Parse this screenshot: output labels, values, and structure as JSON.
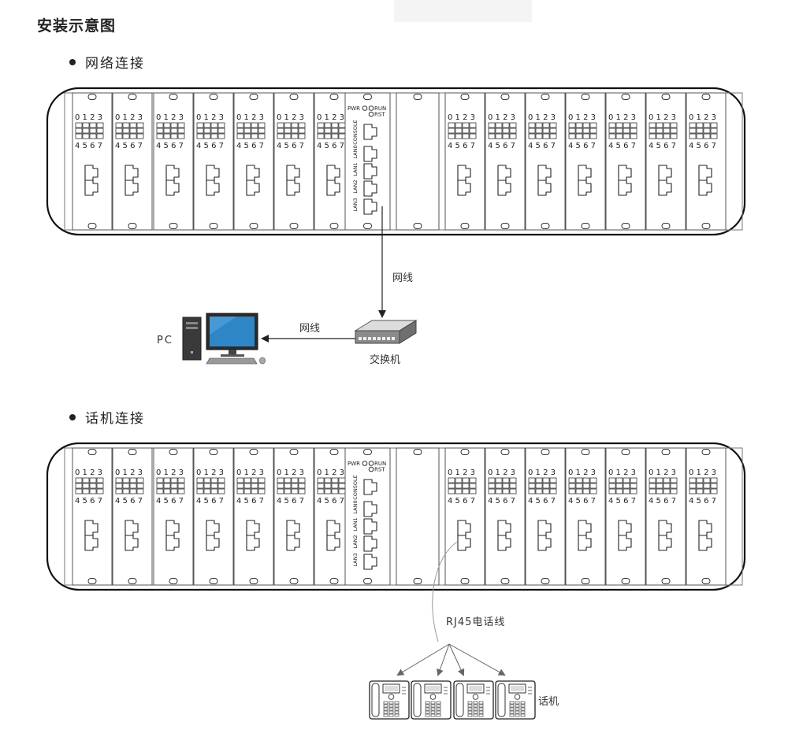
{
  "page": {
    "title": "安装示意图",
    "faded_header": "..."
  },
  "sections": {
    "network": {
      "heading": "网络连接"
    },
    "phone": {
      "heading": "话机连接"
    }
  },
  "chassis": {
    "card_port_top": "0 1 2 3",
    "card_port_bottom": "4 5 6 7",
    "left_card_count": 7,
    "right_card_count": 7,
    "control": {
      "pwr": "PWR",
      "run": "RUN",
      "rst": "RST",
      "ports": [
        "CONSOLE",
        "LAN0",
        "LAN1",
        "LAN2",
        "LAN3"
      ]
    }
  },
  "labels": {
    "cable_top": "网线",
    "cable_left": "网线",
    "switch": "交换机",
    "pc": "PC",
    "rj45": "RJ45电话线",
    "phones": "话机"
  },
  "phone_count": 4
}
